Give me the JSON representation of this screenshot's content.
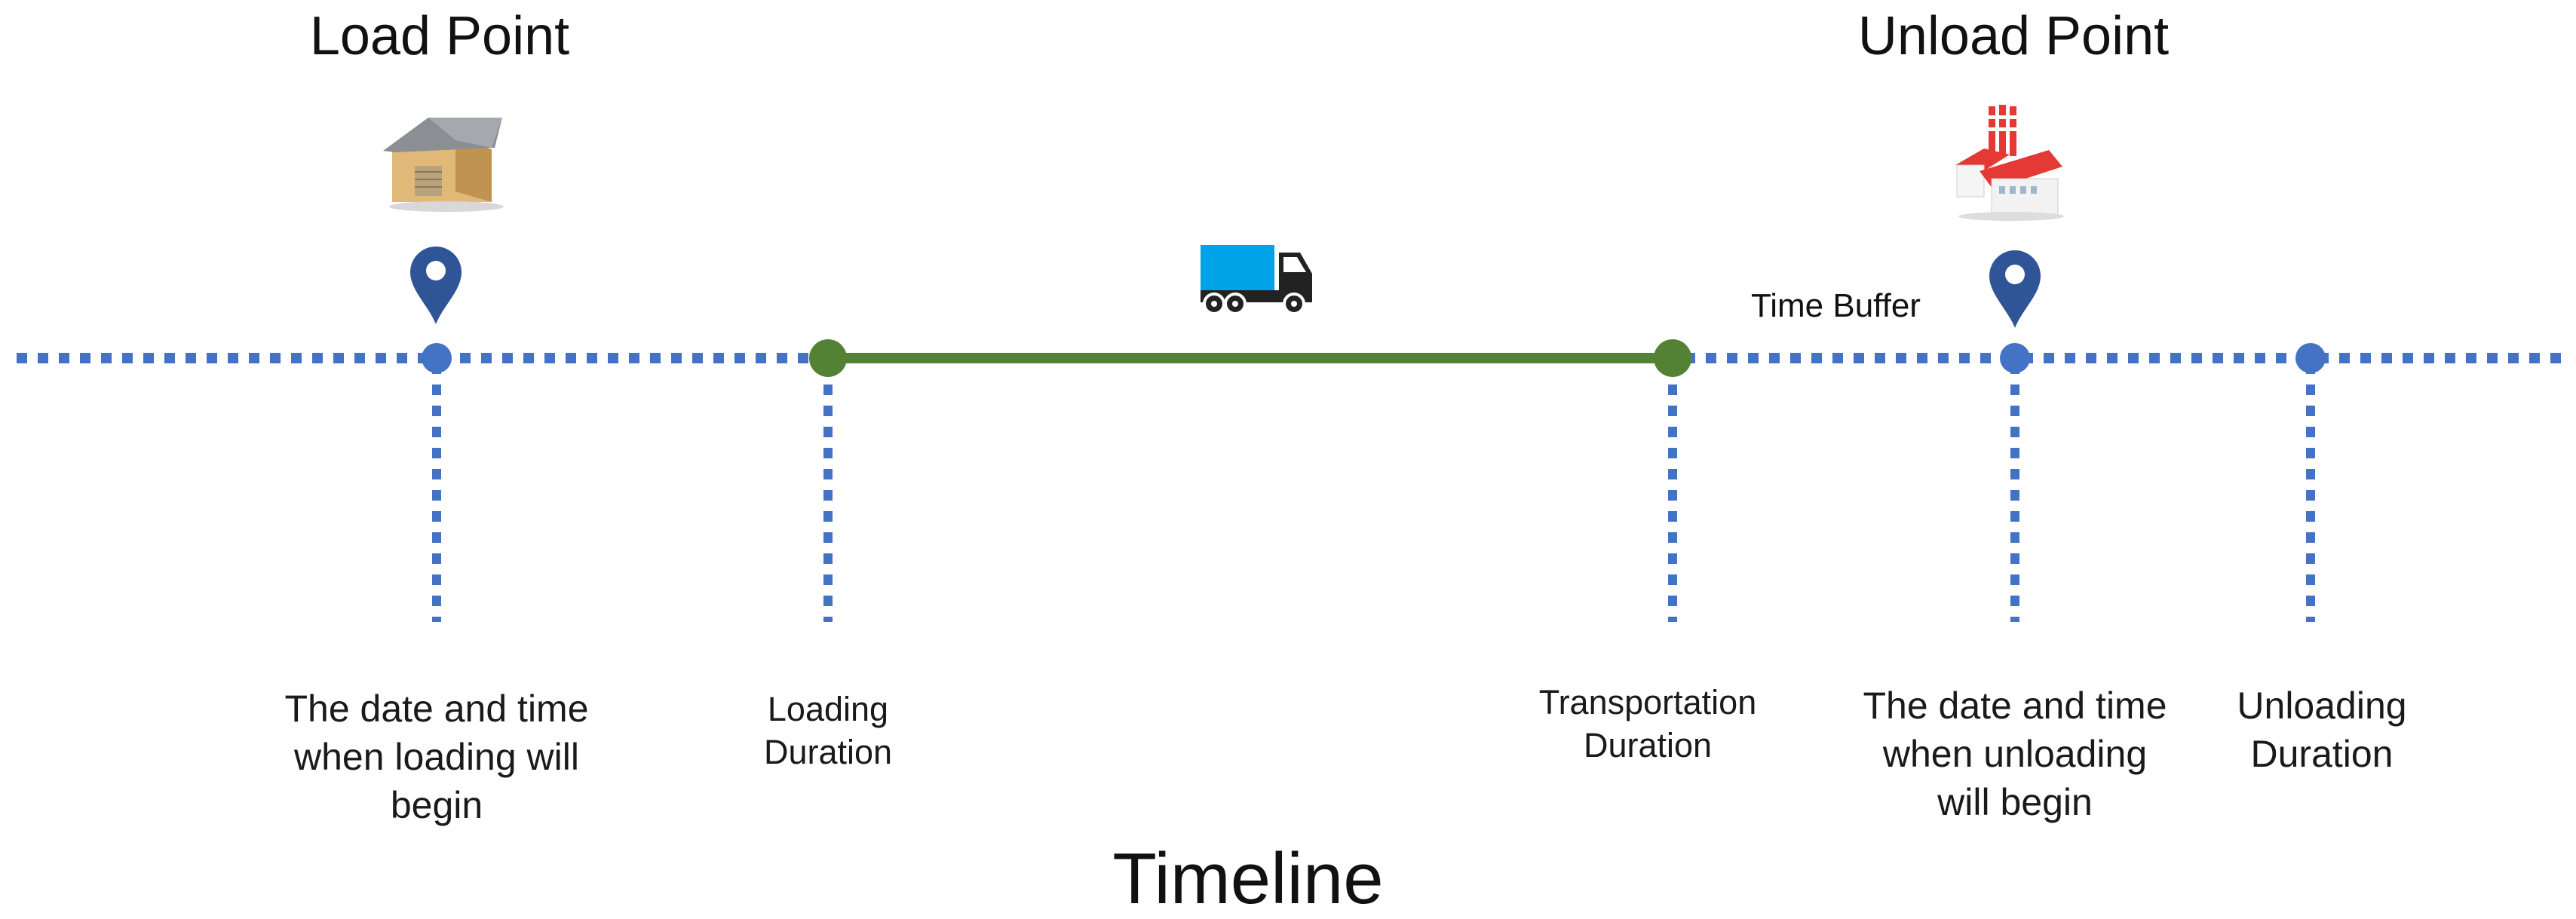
{
  "headers": {
    "load_point": "Load Point",
    "unload_point": "Unload Point"
  },
  "labels": {
    "load_begin": [
      "The date and time",
      "when loading will",
      "begin"
    ],
    "loading_duration": [
      "Loading",
      "Duration"
    ],
    "transport_duration": [
      "Transportation",
      "Duration"
    ],
    "unload_begin": [
      "The date and time",
      "when unloading",
      "will begin"
    ],
    "unloading_duration": [
      "Unloading",
      "Duration"
    ],
    "time_buffer": "Time Buffer"
  },
  "footer": "Timeline",
  "icons": {
    "warehouse": "warehouse-icon",
    "factory": "factory-icon",
    "truck": "truck-icon",
    "load_pin": "map-pin-icon",
    "unload_pin": "map-pin-icon"
  },
  "colors": {
    "timeline_dots": "#4472C4",
    "transport_segment": "#548235",
    "pin": "#2F5597",
    "truck_cargo": "#00A2E8",
    "truck_cab": "#222222"
  }
}
